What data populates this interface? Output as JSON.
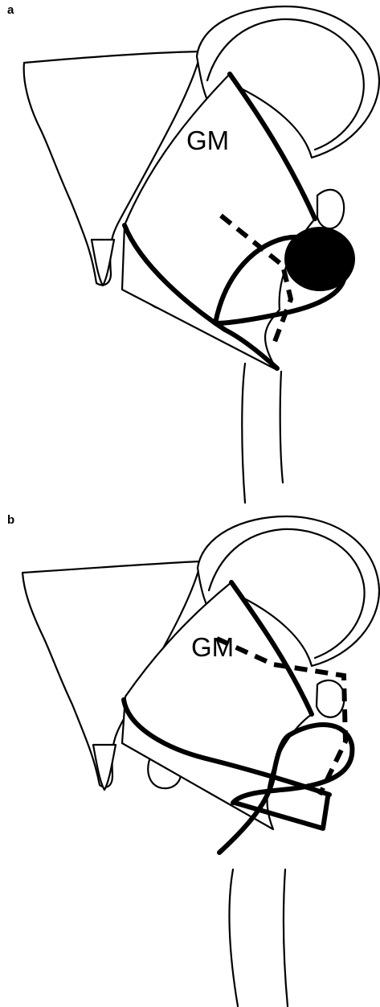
{
  "panels": [
    {
      "label": "a",
      "muscle_label": "GM"
    },
    {
      "label": "b",
      "muscle_label": "GM"
    }
  ],
  "colors": {
    "line": "#000000",
    "background": "#ffffff"
  }
}
